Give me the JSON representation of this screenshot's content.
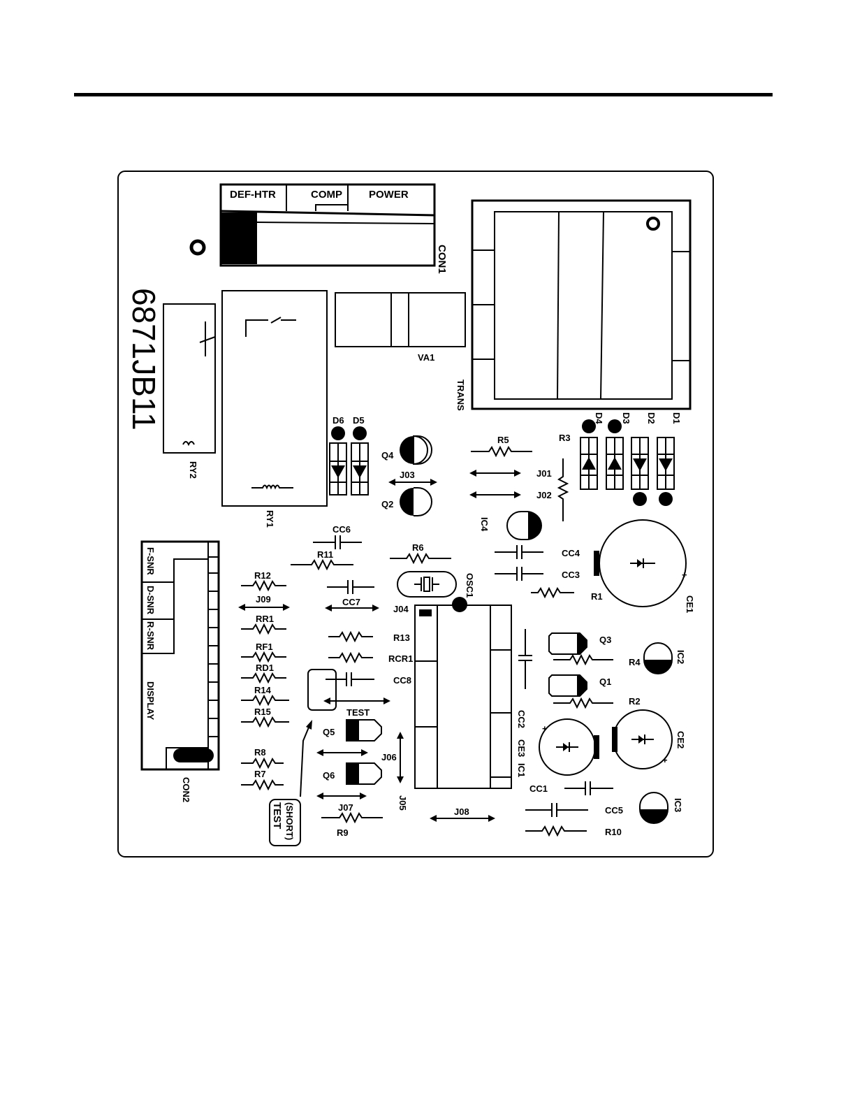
{
  "connectors": {
    "con1": "CON1",
    "def_htr": "DEF-HTR",
    "comp": "COMP",
    "power": "POWER",
    "con2": "CON2",
    "f_snr": "F-SNR",
    "d_snr": "D-SNR",
    "r_snr": "R-SNR",
    "display": "DISPLAY"
  },
  "board_id": "6871JB11",
  "components": {
    "ry1": "RY1",
    "ry2": "RY2",
    "va1": "VA1",
    "trans": "TRANS",
    "d1": "D1",
    "d2": "D2",
    "d3": "D3",
    "d4": "D4",
    "d5": "D5",
    "d6": "D6",
    "q1": "Q1",
    "q2": "Q2",
    "q3": "Q3",
    "q4": "Q4",
    "q5": "Q5",
    "q6": "Q6",
    "r1": "R1",
    "r2": "R2",
    "r3": "R3",
    "r4": "R4",
    "r5": "R5",
    "r6": "R6",
    "r7": "R7",
    "r8": "R8",
    "r9": "R9",
    "r10": "R10",
    "r11": "R11",
    "r12": "R12",
    "r13": "R13",
    "r14": "R14",
    "r15": "R15",
    "rr1": "RR1",
    "rf1": "RF1",
    "rd1": "RD1",
    "rcr1": "RCR1",
    "cc1": "CC1",
    "cc2": "CC2",
    "cc3": "CC3",
    "cc4": "CC4",
    "cc5": "CC5",
    "cc6": "CC6",
    "cc7": "CC7",
    "cc8": "CC8",
    "ce1": "CE1",
    "ce2": "CE2",
    "ce3": "CE3",
    "ic1": "IC1",
    "ic2": "IC2",
    "ic3": "IC3",
    "ic4": "IC4",
    "osc1": "OSC1",
    "j01": "J01",
    "j02": "J02",
    "j03": "J03",
    "j04": "J04",
    "j05": "J05",
    "j06": "J06",
    "j07": "J07",
    "j08": "J08",
    "j09": "J09",
    "test": "TEST",
    "test_short_1": "TEST",
    "test_short_2": "(SHORT)",
    "plus": "+"
  }
}
